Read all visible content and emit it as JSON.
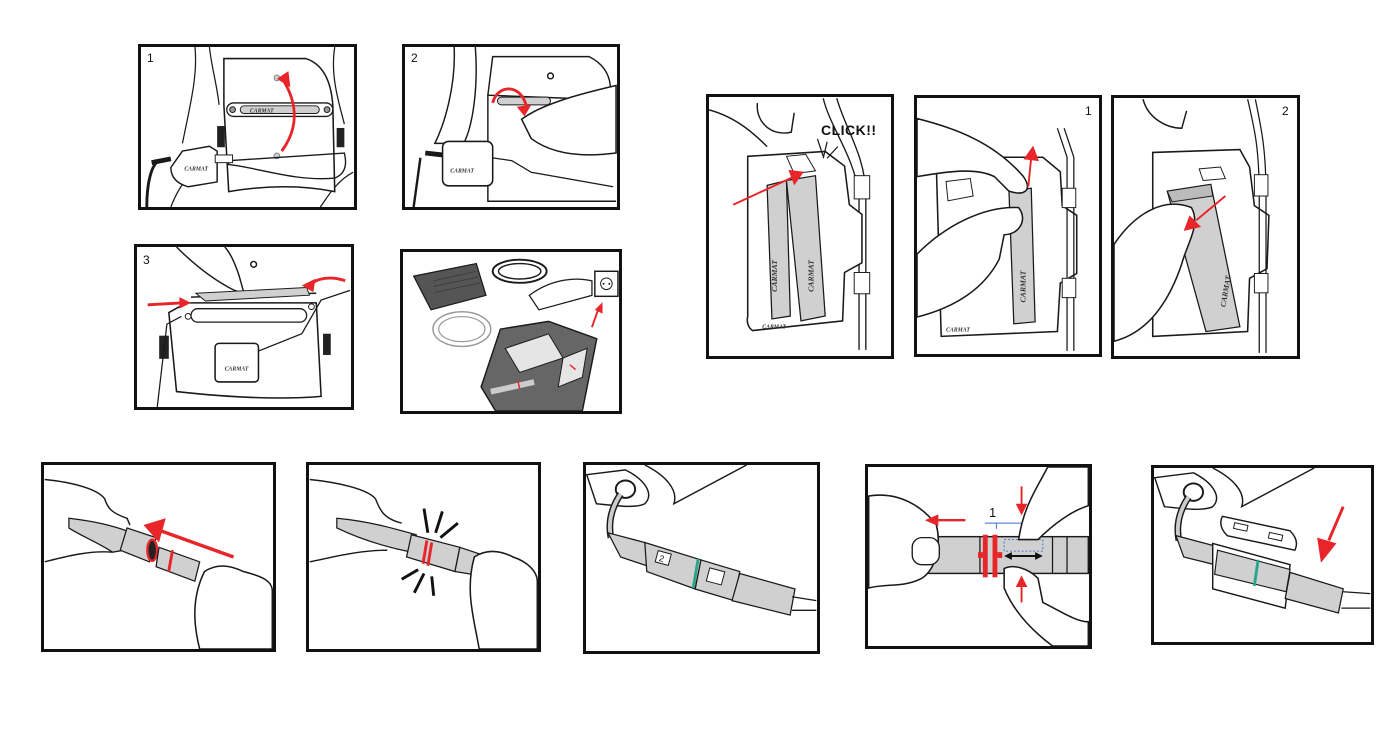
{
  "colors": {
    "frame": "#111111",
    "line": "#1a1a1a",
    "fill_gray": "#d0d0d0",
    "fill_dark": "#555555",
    "arrow_red": "#e8262a",
    "ring_green": "#2aa58a",
    "guide_blue": "#3a6fd0"
  },
  "brand": {
    "logo_text": "CARMAT"
  },
  "groups": [
    {
      "id": "controller-belt-setup",
      "panels": [
        {
          "id": "p1",
          "step": "1",
          "description": "Lift belt pocket flap upward",
          "arrow": "curved-up"
        },
        {
          "id": "p2",
          "step": "2",
          "description": "Open pocket flap with hand",
          "arrow": "curved-down"
        },
        {
          "id": "p3",
          "step": "3",
          "description": "Insert controller into belt pocket",
          "arrow": "inward-both-sides"
        },
        {
          "id": "p4",
          "step": "",
          "description": "Connect charger to wall outlet and bag",
          "arrow": "up"
        }
      ]
    },
    {
      "id": "battery-holder",
      "panels": [
        {
          "id": "p5",
          "step": "",
          "label": "CLICK!!",
          "description": "Insert battery until click",
          "arrow": "diagonal-up-right"
        },
        {
          "id": "p6",
          "step": "1",
          "description": "Press release latch",
          "arrow": "up"
        },
        {
          "id": "p7",
          "step": "2",
          "description": "Pull battery out",
          "arrow": "diagonal-down-left"
        }
      ]
    },
    {
      "id": "cable-connectors",
      "panels": [
        {
          "id": "p8",
          "step": "",
          "description": "Align red markers and push connector",
          "arrow": "left-long"
        },
        {
          "id": "p9",
          "step": "",
          "description": "Connector clicks into place",
          "arrow": ""
        },
        {
          "id": "p10",
          "step": "",
          "connector_label": "2",
          "description": "Connected cable with green ring",
          "arrow": ""
        },
        {
          "id": "p11",
          "step": "",
          "bracket_label": "1",
          "description": "Squeeze and pull to disconnect",
          "arrow": "left-and-pinch"
        },
        {
          "id": "p12",
          "step": "",
          "description": "Attach protective clip cover",
          "arrow": "diagonal-down-left"
        }
      ]
    }
  ]
}
